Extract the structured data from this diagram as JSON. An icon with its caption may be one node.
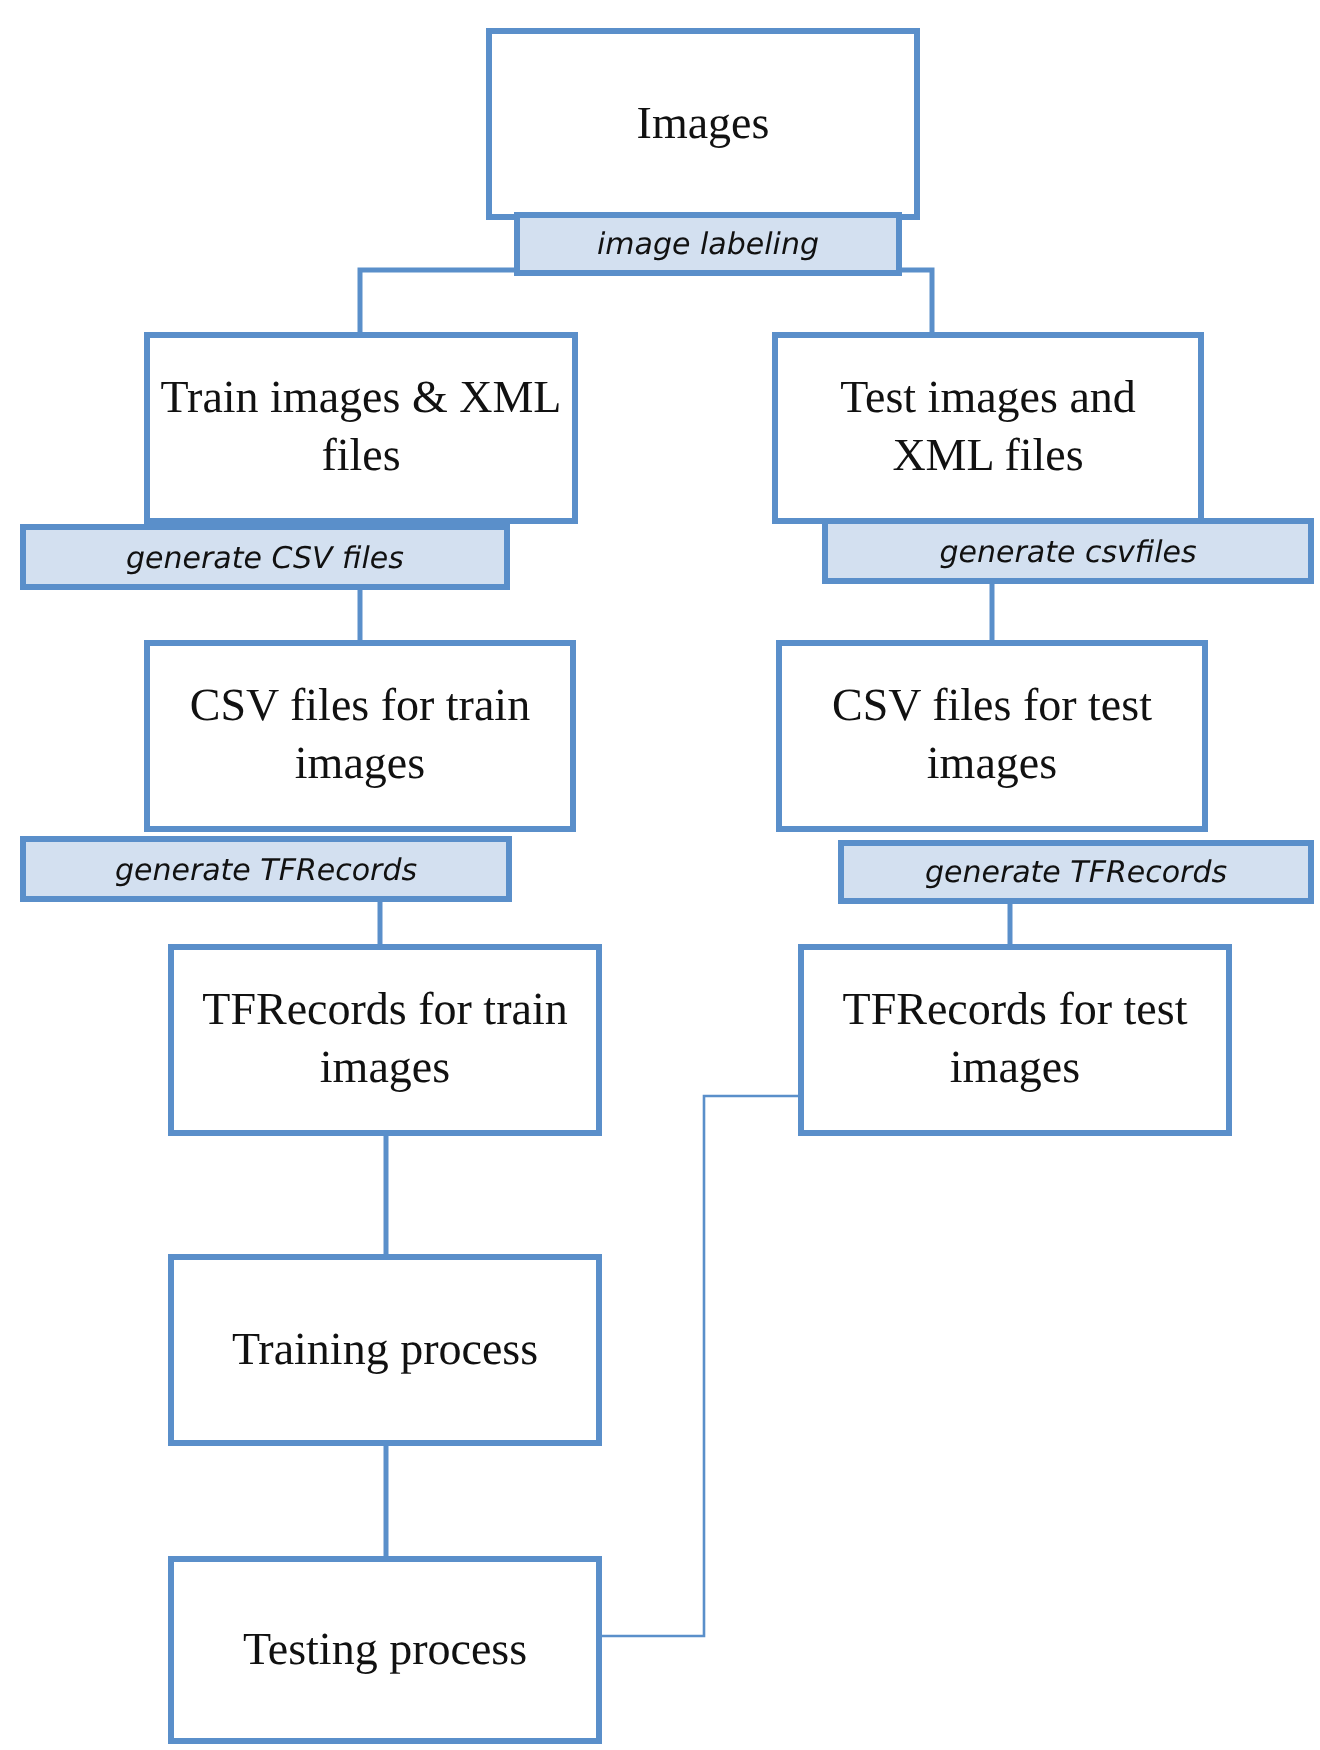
{
  "diagram": {
    "nodes": [
      {
        "text": [
          "Images"
        ]
      },
      {
        "text": [
          "image labeling"
        ]
      },
      {
        "text": [
          "Train images & XML files"
        ]
      },
      {
        "text": [
          "Test images and XML files"
        ]
      },
      {
        "text": [
          "generate CSV files"
        ]
      },
      {
        "text": [
          "generate csvfiles"
        ]
      },
      {
        "text": [
          "CSV files for train images"
        ]
      },
      {
        "text": [
          "CSV files for test images"
        ]
      },
      {
        "text": [
          "generate TFRecords"
        ]
      },
      {
        "text": [
          "generate TFRecords"
        ]
      },
      {
        "text": [
          "TFRecords for train images"
        ]
      },
      {
        "text": [
          "TFRecords for test images"
        ]
      },
      {
        "text": [
          "Training process"
        ]
      },
      {
        "text": [
          "Testing process"
        ]
      }
    ],
    "edges": [
      {
        "from": 1,
        "to": 2,
        "arrow": "none"
      },
      {
        "from": 1,
        "to": 3,
        "arrow": "none"
      },
      {
        "from": 4,
        "to": 6,
        "arrow": "none"
      },
      {
        "from": 5,
        "to": 7,
        "arrow": "none"
      },
      {
        "from": 8,
        "to": 10,
        "arrow": "none"
      },
      {
        "from": 9,
        "to": 11,
        "arrow": "none"
      },
      {
        "from": 10,
        "to": 12,
        "arrow": "none"
      },
      {
        "from": 12,
        "to": 13,
        "arrow": "none"
      },
      {
        "from": 11,
        "to": 13,
        "arrow": "none"
      }
    ]
  }
}
